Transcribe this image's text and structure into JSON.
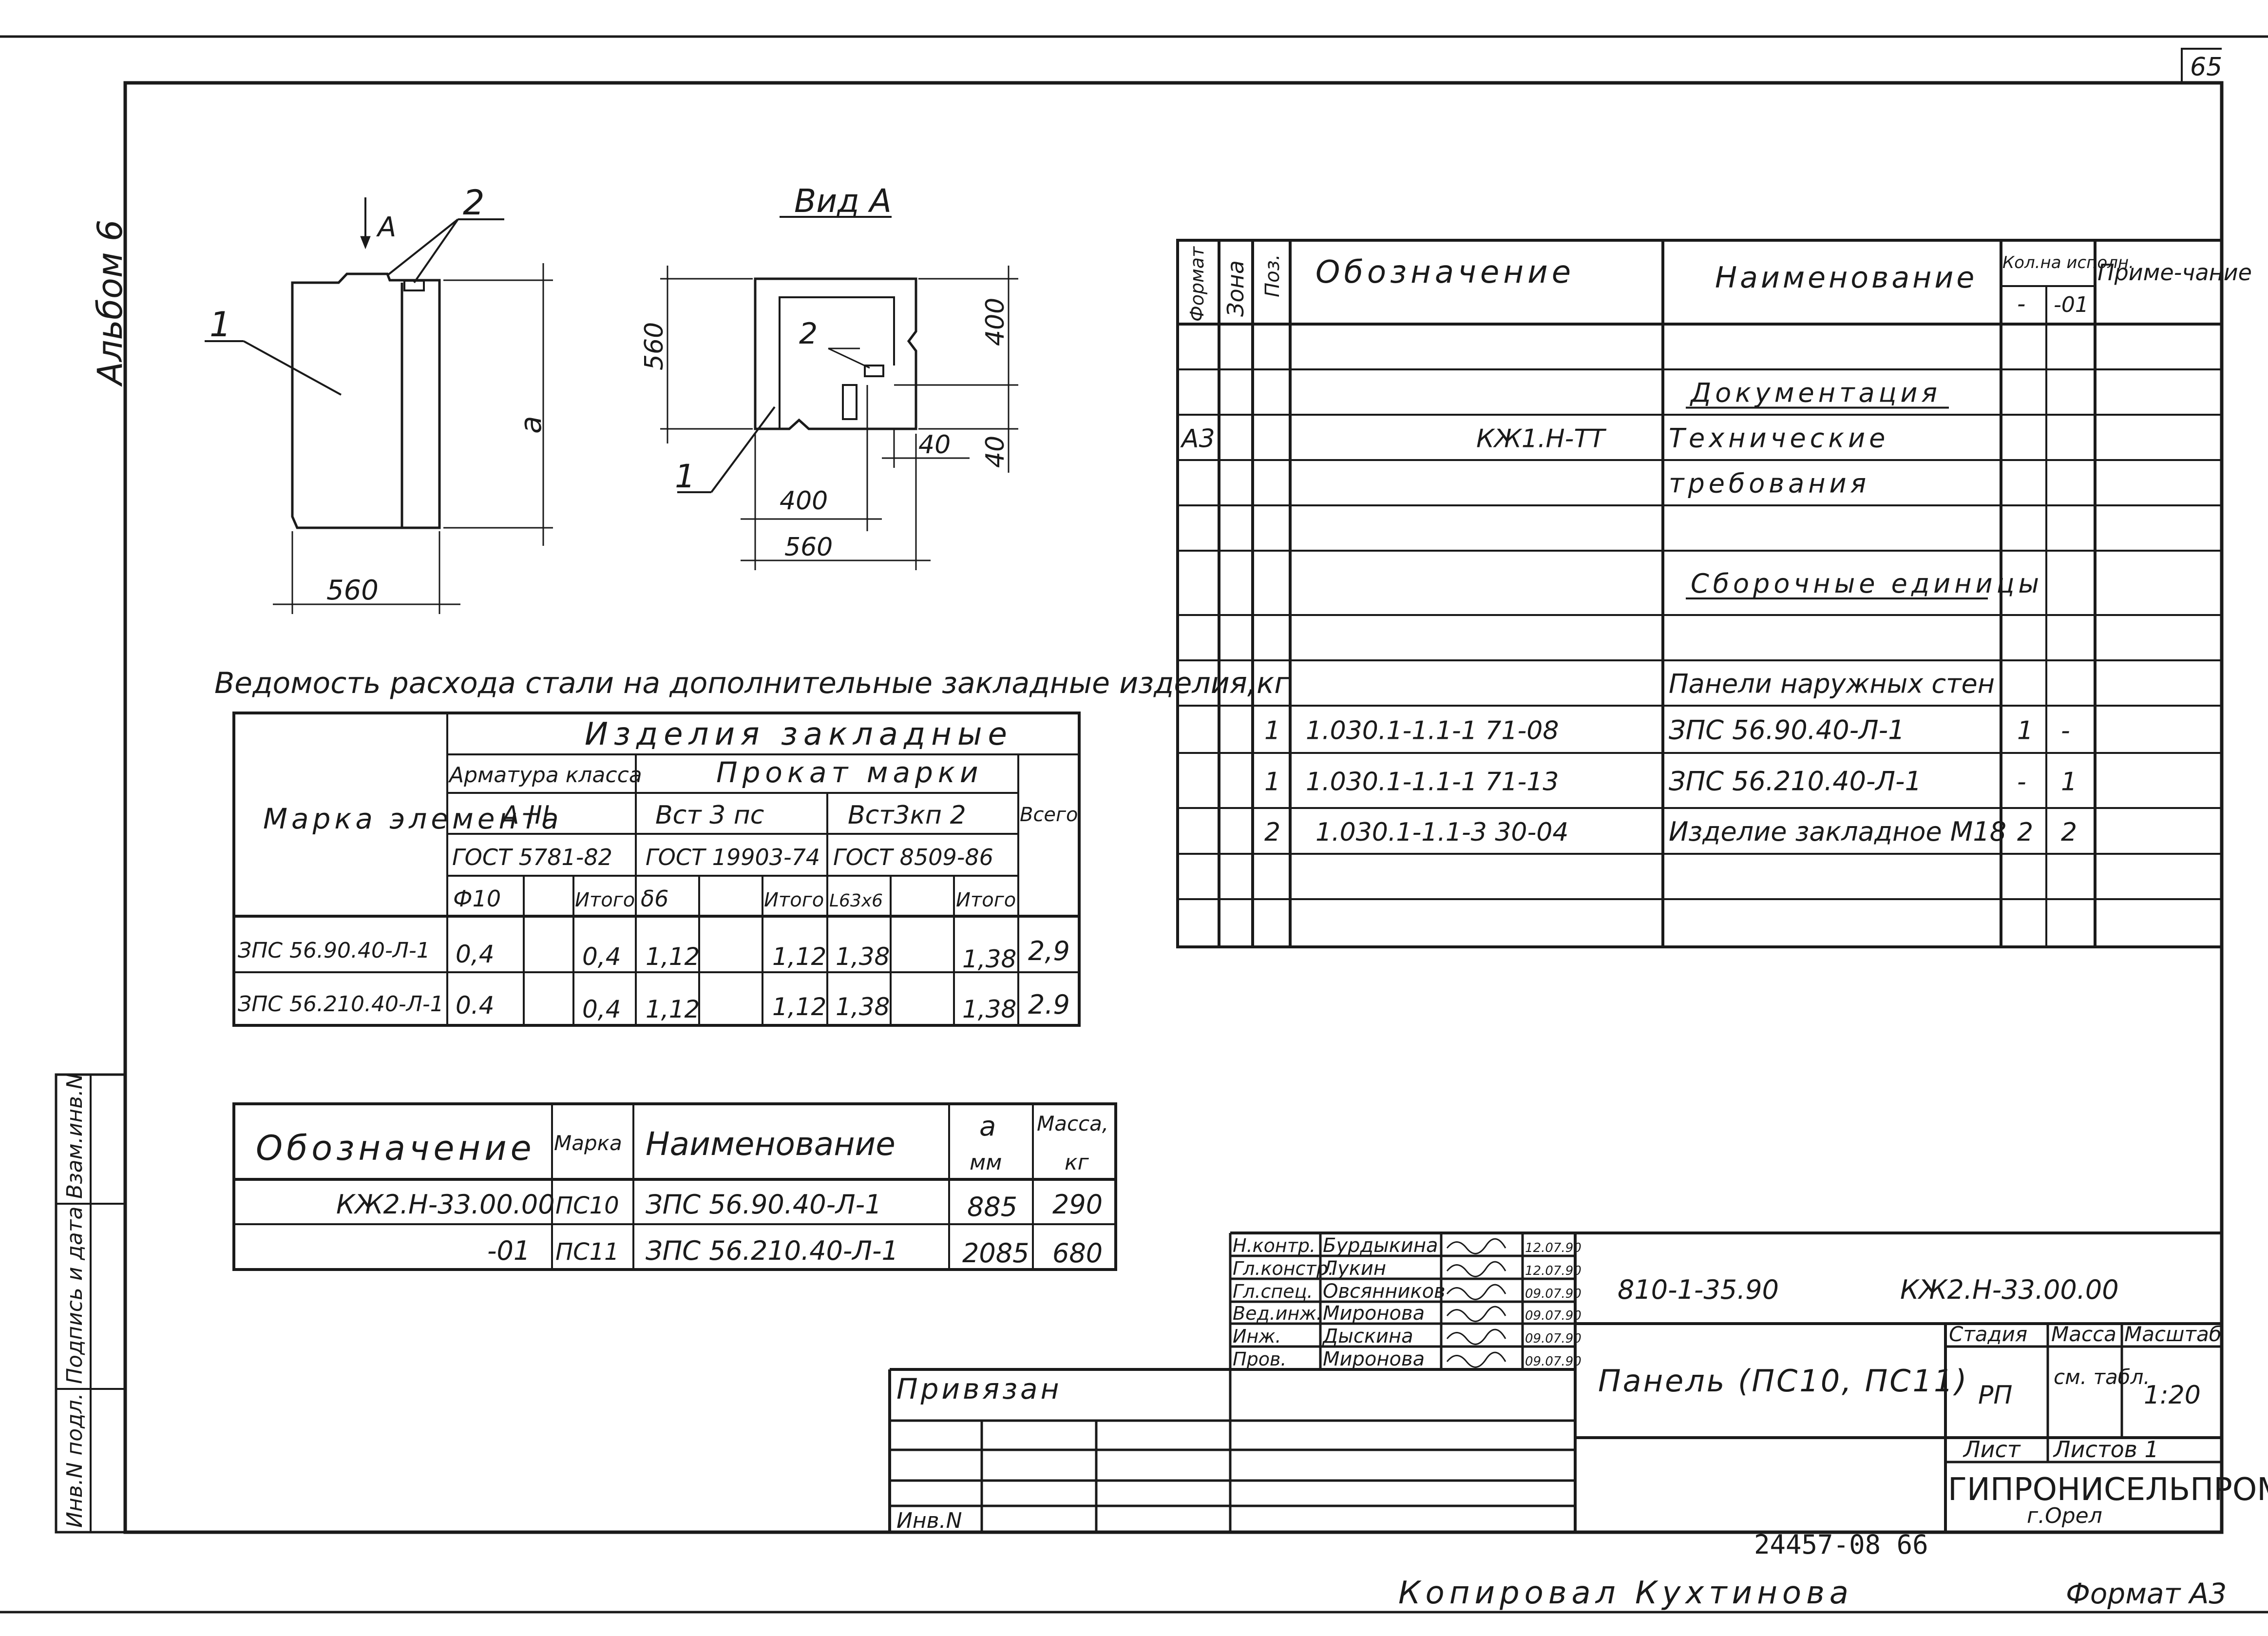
{
  "sheet": {
    "page_number": "65",
    "bottom_number": "24457-08  66",
    "copied_by": "Копировал  Кухтинова",
    "format": "Формат А3"
  },
  "side_stamp": {
    "album": "Альбом 6",
    "fields": [
      "Взам.инв.N",
      "Подпись и дата",
      "Инв.N подл."
    ]
  },
  "drawing1": {
    "leader1": "1",
    "leader2": "2",
    "arrow_label": "А",
    "dim_width": "560",
    "dim_height": "а"
  },
  "drawing2": {
    "title": "Вид А",
    "leader1": "1",
    "leader2": "2",
    "dim_560_v": "560",
    "dim_400_v": "400",
    "dim_40_v": "40",
    "dim_40_h": "40",
    "dim_400_h": "400",
    "dim_560_h": "560"
  },
  "steel_table": {
    "title": "Ведомость расхода стали на дополнительные закладные изделия,кг",
    "header_main": "Изделия  закладные",
    "header_mark": "Марка элемента",
    "header_armatura": "Арматура класса",
    "header_prokat": "Прокат марки",
    "header_total": "Всего",
    "grade_A": "А III",
    "grade_vst3ps": "Вст 3 пс",
    "grade_vst3kp2": "Вст3кп 2",
    "gost1": "ГОСТ 5781-82",
    "gost2": "ГОСТ 19903-74",
    "gost3": "ГОСТ 8509-86",
    "sub": [
      "Ф10",
      "",
      "Итого",
      "δ6",
      "",
      "Итого",
      "L63х6",
      "",
      "Итого"
    ],
    "rows": [
      {
        "mark": "ЗПС 56.90.40-Л-1",
        "cells": [
          "0,4",
          "",
          "0,4",
          "1,12",
          "",
          "1,12",
          "1,38",
          "",
          "1,38",
          "2,9"
        ]
      },
      {
        "mark": "ЗПС 56.210.40-Л-1",
        "cells": [
          "0.4",
          "",
          "0,4",
          "1,12",
          "",
          "1,12",
          "1,38",
          "",
          "1,38",
          "2.9"
        ]
      }
    ]
  },
  "mass_table": {
    "headers": {
      "designation": "Обозначение",
      "mark": "Марка",
      "name": "Наименование",
      "a": "а",
      "a_unit": "мм",
      "mass": "Масса,",
      "mass_unit": "кг"
    },
    "rows": [
      {
        "designation": "КЖ2.Н-33.00.00",
        "mark": "ПС10",
        "name": "ЗПС 56.90.40-Л-1",
        "a": "885",
        "mass": "290"
      },
      {
        "designation": "-01",
        "mark": "ПС11",
        "name": "ЗПС 56.210.40-Л-1",
        "a": "2085",
        "mass": "680"
      }
    ]
  },
  "spec": {
    "headers": {
      "format": "Формат",
      "zone": "Зона",
      "pos": "Поз.",
      "designation": "Обозначение",
      "name": "Наименование",
      "qty": "Кол.на исполн.",
      "qty_a": "-",
      "qty_b": "-01",
      "note": "Приме-чание"
    },
    "rows": [
      {
        "f": "",
        "z": "",
        "p": "",
        "d": "",
        "n": "",
        "q1": "",
        "q2": "",
        "note": ""
      },
      {
        "f": "",
        "z": "",
        "p": "",
        "d": "",
        "n": "Документация",
        "q1": "",
        "q2": "",
        "note": ""
      },
      {
        "f": "А3",
        "z": "",
        "p": "",
        "d": "КЖ1.Н-ТТ",
        "n": "Технические",
        "q1": "",
        "q2": "",
        "note": ""
      },
      {
        "f": "",
        "z": "",
        "p": "",
        "d": "",
        "n": "требования",
        "q1": "",
        "q2": "",
        "note": ""
      },
      {
        "f": "",
        "z": "",
        "p": "",
        "d": "",
        "n": "",
        "q1": "",
        "q2": "",
        "note": ""
      },
      {
        "f": "",
        "z": "",
        "p": "",
        "d": "",
        "n": "Сборочные единицы",
        "q1": "",
        "q2": "",
        "note": ""
      },
      {
        "f": "",
        "z": "",
        "p": "",
        "d": "",
        "n": "",
        "q1": "",
        "q2": "",
        "note": ""
      },
      {
        "f": "",
        "z": "",
        "p": "",
        "d": "",
        "n": "Панели наружных стен",
        "q1": "",
        "q2": "",
        "note": ""
      },
      {
        "f": "",
        "z": "",
        "p": "1",
        "d": "1.030.1-1.1-1    71-08",
        "n": "ЗПС 56.90.40-Л-1",
        "q1": "1",
        "q2": "-",
        "note": ""
      },
      {
        "f": "",
        "z": "",
        "p": "1",
        "d": "1.030.1-1.1-1    71-13",
        "n": "ЗПС 56.210.40-Л-1",
        "q1": "-",
        "q2": "1",
        "note": ""
      },
      {
        "f": "",
        "z": "",
        "p": "2",
        "d": "1.030.1-1.1-3    30-04",
        "n": "Изделие закладное М18",
        "q1": "2",
        "q2": "2",
        "note": ""
      },
      {
        "f": "",
        "z": "",
        "p": "",
        "d": "",
        "n": "",
        "q1": "",
        "q2": "",
        "note": ""
      },
      {
        "f": "",
        "z": "",
        "p": "",
        "d": "",
        "n": "",
        "q1": "",
        "q2": "",
        "note": ""
      }
    ]
  },
  "title_block": {
    "roles": [
      {
        "role": "Н.контр.",
        "name": "Бурдыкина",
        "date": "12.07.90"
      },
      {
        "role": "Гл.констр.",
        "name": "Лукин",
        "date": "12.07.90"
      },
      {
        "role": "Гл.спец.",
        "name": "Овсянников",
        "date": "09.07.90"
      },
      {
        "role": "Вед.инж.",
        "name": "Миронова",
        "date": "09.07.90"
      },
      {
        "role": "Инж.",
        "name": "Дыскина",
        "date": "09.07.90"
      },
      {
        "role": "Пров.",
        "name": "Миронова",
        "date": "09.07.90"
      }
    ],
    "series": "810-1-35.90",
    "code": "КЖ2.Н-33.00.00",
    "title": "Панель (ПС10, ПС11)",
    "stage_label": "Стадия",
    "stage": "РП",
    "mass_label": "Масса",
    "mass": "см. табл.",
    "scale_label": "Масштаб",
    "scale": "1:20",
    "sheet_label": "Лист",
    "sheets_label": "Листов 1",
    "org": "ГИПРОНИСЕЛЬПРОМ",
    "city": "г.Орел",
    "privyazan": "Привязан",
    "inv": "Инв.N"
  }
}
